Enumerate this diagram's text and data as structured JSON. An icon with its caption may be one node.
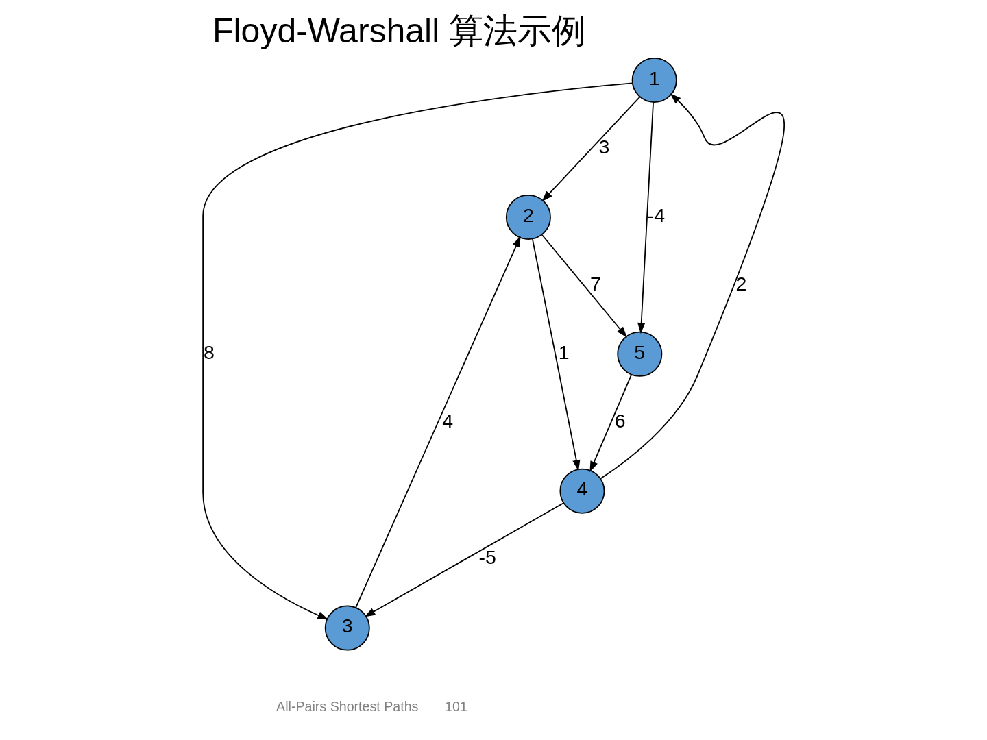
{
  "diagram": {
    "title": "Floyd-Warshall 算法示例",
    "nodes": [
      {
        "text": [
          "1"
        ]
      },
      {
        "text": [
          "2"
        ]
      },
      {
        "text": [
          "3"
        ]
      },
      {
        "text": [
          "4"
        ]
      },
      {
        "text": [
          "5"
        ]
      }
    ],
    "edges": [
      {
        "from": 0,
        "to": 1,
        "arrow": "to",
        "label": "3"
      },
      {
        "from": 0,
        "to": 2,
        "arrow": "to",
        "label": "8"
      },
      {
        "from": 0,
        "to": 4,
        "arrow": "to",
        "label": "-4"
      },
      {
        "from": 1,
        "to": 4,
        "arrow": "to",
        "label": "7"
      },
      {
        "from": 1,
        "to": 3,
        "arrow": "to",
        "label": "1"
      },
      {
        "from": 2,
        "to": 1,
        "arrow": "to",
        "label": "4"
      },
      {
        "from": 3,
        "to": 0,
        "arrow": "to",
        "label": "2"
      },
      {
        "from": 3,
        "to": 2,
        "arrow": "to",
        "label": "-5"
      },
      {
        "from": 4,
        "to": 3,
        "arrow": "to",
        "label": "6"
      }
    ],
    "labels": [
      "All-Pairs Shortest Paths",
      "101"
    ]
  }
}
